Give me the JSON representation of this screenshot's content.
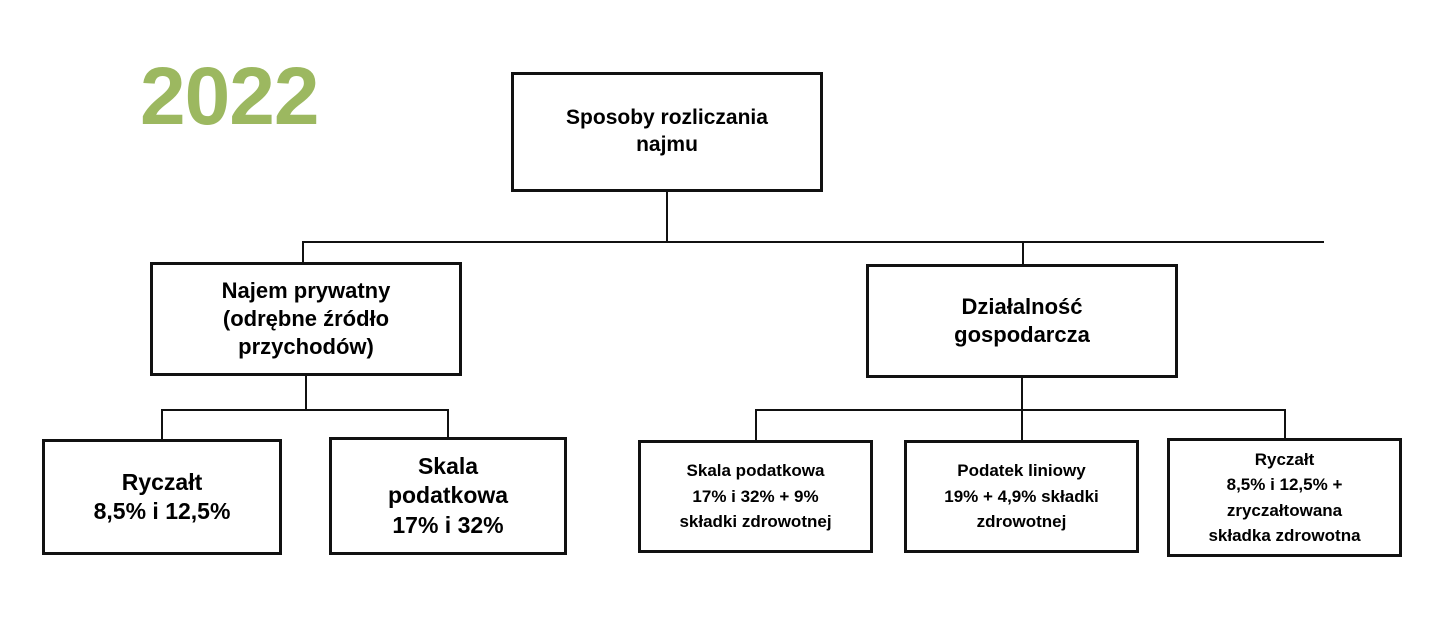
{
  "diagram": {
    "year_label": "2022",
    "accent_color": "#9CB860",
    "line_color": "#111111",
    "box_border_color": "#111111",
    "background_color": "#FFFFFF",
    "root": {
      "label": "Sposoby rozliczania\nnajmu"
    },
    "branches": [
      {
        "label": "Najem prywatny\n(odrębne źródło\nprzychodów)",
        "children": [
          {
            "label": "Ryczałt\n8,5% i 12,5%"
          },
          {
            "label": "Skala\npodatkowa\n17% i 32%"
          }
        ]
      },
      {
        "label": "Działalność\ngospodarcza",
        "children": [
          {
            "label": "Skala podatkowa\n17% i 32% + 9%\nskładki zdrowotnej"
          },
          {
            "label": "Podatek liniowy\n19% + 4,9% składki\nzdrowotnej"
          },
          {
            "label": "Ryczałt\n8,5% i 12,5% +\nzryczałtowana\nskładka zdrowotna"
          }
        ]
      }
    ]
  }
}
